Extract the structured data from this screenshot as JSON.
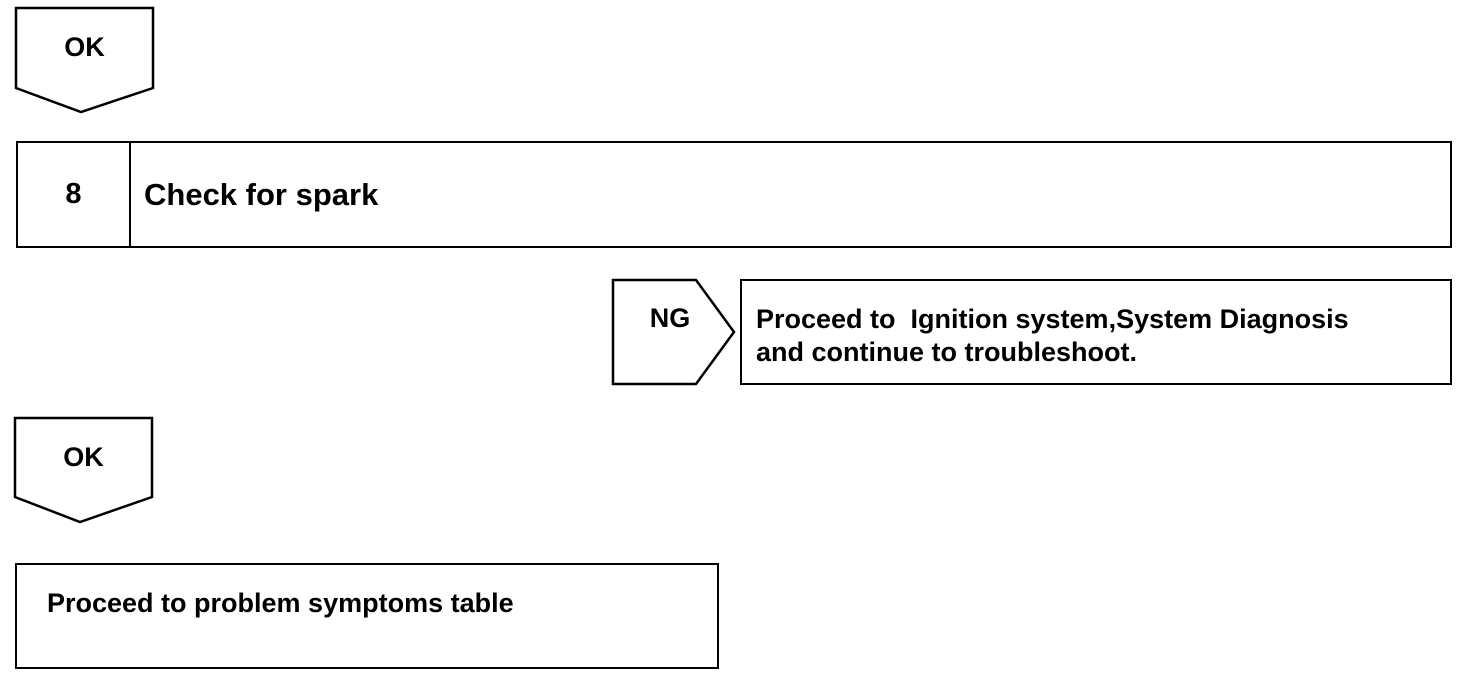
{
  "flow": {
    "ok_tag_top": {
      "label": "OK"
    },
    "step": {
      "number": "8",
      "title": "Check for spark"
    },
    "ng_tag": {
      "label": "NG"
    },
    "ng_result": {
      "line1": "Proceed to  Ignition system,System Diagnosis",
      "line2": "and continue to troubleshoot."
    },
    "ok_tag_bottom": {
      "label": "OK"
    },
    "final": {
      "text": "Proceed to problem symptoms table"
    }
  }
}
